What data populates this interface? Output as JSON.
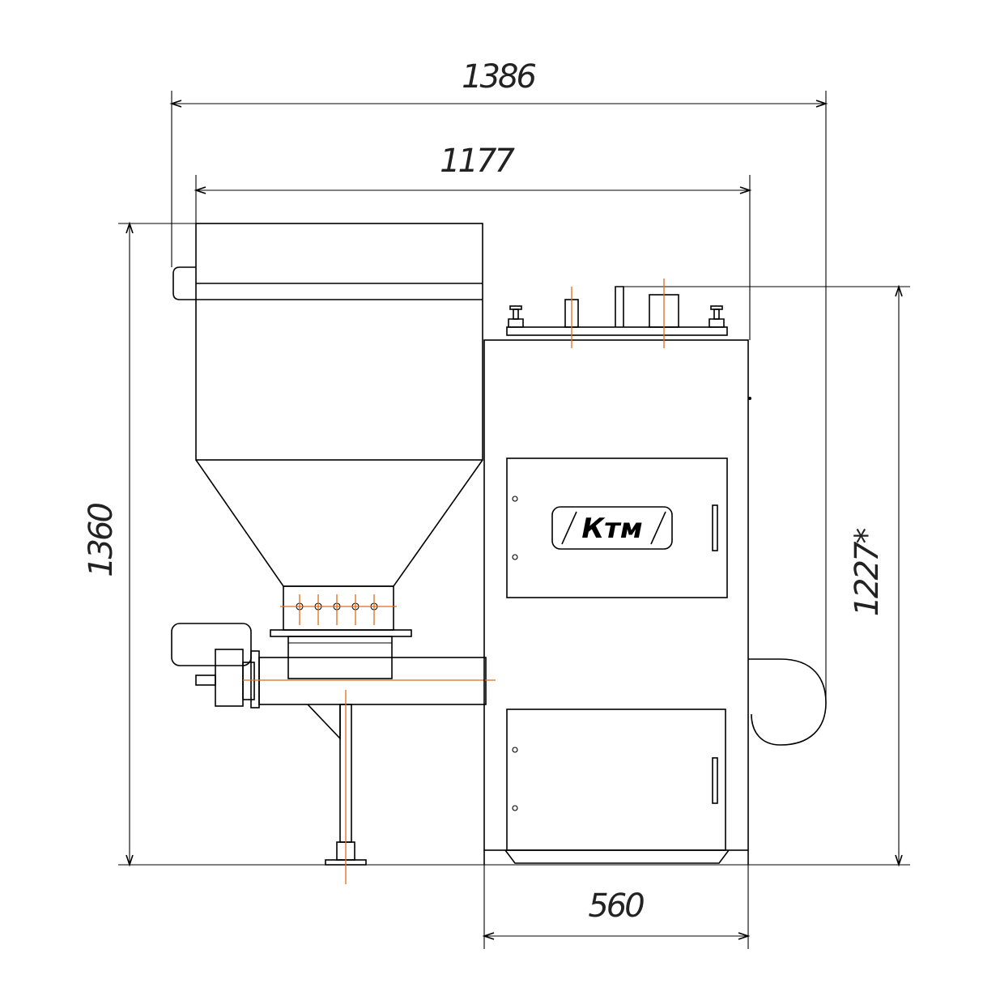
{
  "dimensions": {
    "overall_width": "1386",
    "boiler_width": "1177",
    "overall_height": "1360",
    "boiler_height": "1227*",
    "boiler_depth": "560"
  },
  "logo": {
    "text": "Ктм"
  },
  "colors": {
    "outline": "#000000",
    "axis_lines": "#e2691b",
    "background": "#ffffff"
  }
}
